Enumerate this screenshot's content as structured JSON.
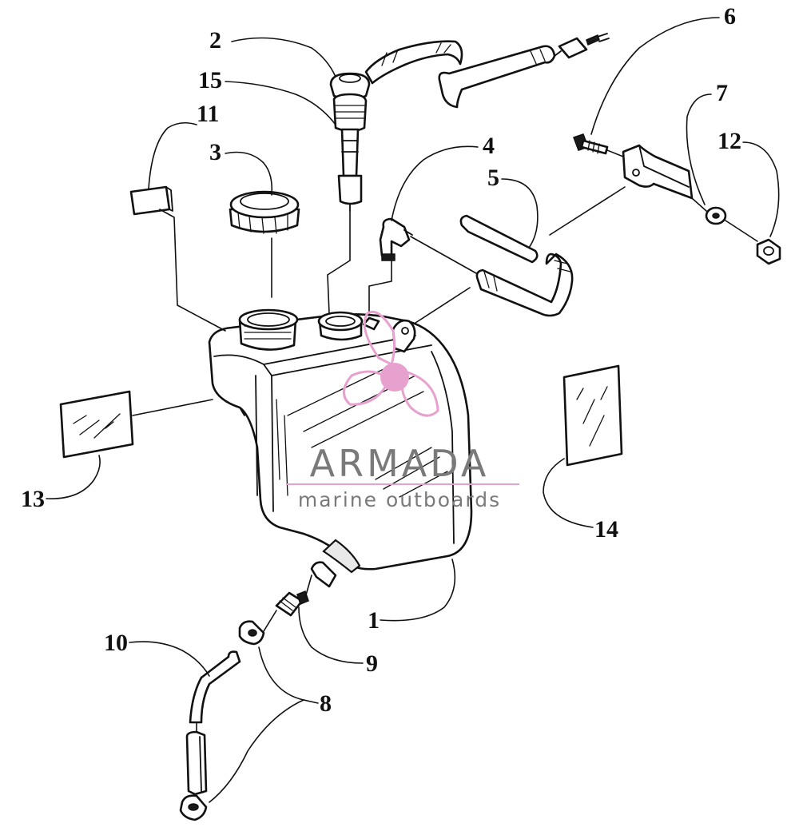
{
  "callouts": [
    {
      "id": "c1",
      "label": "1",
      "part": "oil-tank"
    },
    {
      "id": "c2",
      "label": "2",
      "part": "level-sensor-plug"
    },
    {
      "id": "c3",
      "label": "3",
      "part": "filler-cap"
    },
    {
      "id": "c4",
      "label": "4",
      "part": "elbow-fitting"
    },
    {
      "id": "c5",
      "label": "5",
      "part": "vent-hose"
    },
    {
      "id": "c6",
      "label": "6",
      "part": "bolt"
    },
    {
      "id": "c7",
      "label": "7",
      "part": "washer"
    },
    {
      "id": "c8",
      "label": "8",
      "part": "hose-clamps"
    },
    {
      "id": "c9",
      "label": "9",
      "part": "outlet-fitting"
    },
    {
      "id": "c10",
      "label": "10",
      "part": "outlet-hose"
    },
    {
      "id": "c11",
      "label": "11",
      "part": "small-pad"
    },
    {
      "id": "c12",
      "label": "12",
      "part": "nut"
    },
    {
      "id": "c13",
      "label": "13",
      "part": "decal-left"
    },
    {
      "id": "c14",
      "label": "14",
      "part": "decal-right"
    },
    {
      "id": "c15",
      "label": "15",
      "part": "sensor-grommet"
    }
  ],
  "watermark": {
    "title": "ARMADA",
    "subtitle": "marine outboards",
    "accent_color": "#e7a1cf",
    "text_color": "#7a7a7a"
  }
}
